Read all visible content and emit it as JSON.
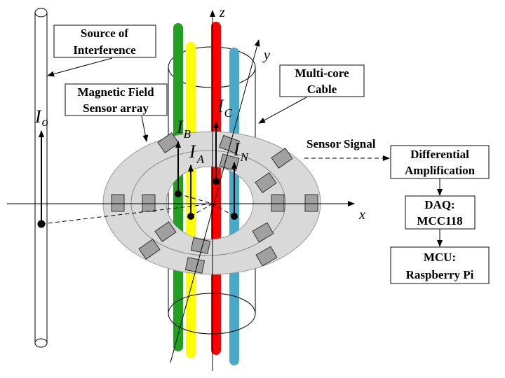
{
  "labels": {
    "source_of_interference": [
      "Source of",
      "Interference"
    ],
    "magnetic_field_sensor_array": [
      "Magnetic Field",
      "Sensor array"
    ],
    "multi_core_cable": [
      "Multi-core",
      "Cable"
    ],
    "sensor_signal": "Sensor Signal"
  },
  "axes": {
    "x": "x",
    "y": "y",
    "z": "z"
  },
  "currents": {
    "interference": {
      "main": "I",
      "sub": "o"
    },
    "A": {
      "main": "I",
      "sub": "A"
    },
    "B": {
      "main": "I",
      "sub": "B"
    },
    "C": {
      "main": "I",
      "sub": "C"
    },
    "N": {
      "main": "I",
      "sub": "N"
    }
  },
  "conductors": [
    {
      "phase": "B",
      "color": "#22a022"
    },
    {
      "phase": "A",
      "color": "#ffff00"
    },
    {
      "phase": "C",
      "color": "#ff0000"
    },
    {
      "phase": "N",
      "color": "#4aa8c8"
    }
  ],
  "colors": {
    "ring": "#d9d9d9",
    "sensor": "#a0a0a0"
  },
  "flow": [
    {
      "id": "diff",
      "lines": [
        "Differential",
        "Amplification"
      ]
    },
    {
      "id": "daq",
      "lines": [
        "DAQ:",
        "MCC118"
      ]
    },
    {
      "id": "mcu",
      "lines": [
        "MCU:",
        "Raspberry Pi"
      ]
    }
  ]
}
